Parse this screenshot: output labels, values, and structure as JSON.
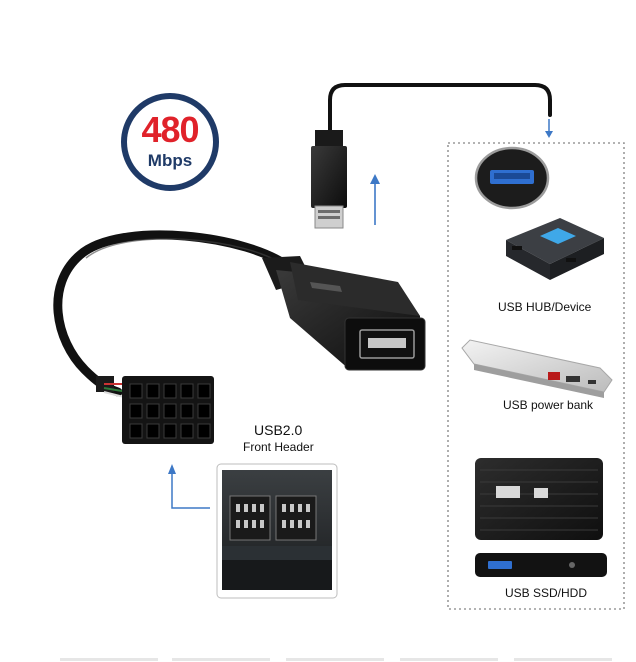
{
  "badge": {
    "value": "480",
    "unit": "Mbps"
  },
  "header_label": {
    "line1": "USB2.0",
    "line2": "Front Header"
  },
  "devices": {
    "hub": "USB HUB/Device",
    "powerbank": "USB power bank",
    "ssd": "USB SSD/HDD"
  },
  "colors": {
    "badge_ring": "#1f3a67",
    "badge_number": "#e0222a",
    "arrow": "#3d78c6",
    "cable": "#111111"
  }
}
